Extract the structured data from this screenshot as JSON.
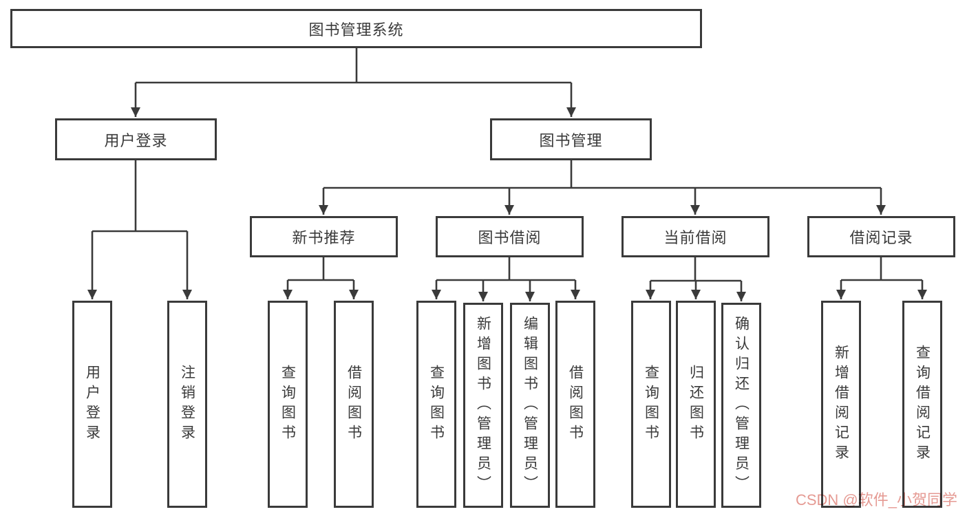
{
  "diagram": {
    "nodes": {
      "root": {
        "label": "图书管理系统"
      },
      "user_login": {
        "label": "用户登录"
      },
      "book_mgmt": {
        "label": "图书管理"
      },
      "new_books": {
        "label": "新书推荐"
      },
      "book_borrow": {
        "label": "图书借阅"
      },
      "current_borrow": {
        "label": "当前借阅"
      },
      "borrow_records": {
        "label": "借阅记录"
      }
    },
    "leaves": {
      "ul_login": {
        "label": "用户登录"
      },
      "ul_logout": {
        "label": "注销登录"
      },
      "nb_query": {
        "label": "查询图书"
      },
      "nb_borrow": {
        "label": "借阅图书"
      },
      "bb_query": {
        "label": "查询图书"
      },
      "bb_add": {
        "label": "新增图书（管理员）"
      },
      "bb_edit": {
        "label": "编辑图书（管理员）"
      },
      "bb_borrow": {
        "label": "借阅图书"
      },
      "cb_query": {
        "label": "查询图书"
      },
      "cb_return": {
        "label": "归还图书"
      },
      "cb_confirm": {
        "label": "确认归还（管理员）"
      },
      "br_add": {
        "label": "新增借阅记录"
      },
      "br_query": {
        "label": "查询借阅记录"
      }
    },
    "structure": {
      "图书管理系统": [
        "用户登录",
        "图书管理"
      ],
      "用户登录": [
        "用户登录",
        "注销登录"
      ],
      "图书管理": [
        "新书推荐",
        "图书借阅",
        "当前借阅",
        "借阅记录"
      ],
      "新书推荐": [
        "查询图书",
        "借阅图书"
      ],
      "图书借阅": [
        "查询图书",
        "新增图书（管理员）",
        "编辑图书（管理员）",
        "借阅图书"
      ],
      "当前借阅": [
        "查询图书",
        "归还图书",
        "确认归还（管理员）"
      ],
      "借阅记录": [
        "新增借阅记录",
        "查询借阅记录"
      ]
    }
  },
  "watermark": {
    "text": "CSDN @软件_小贺同学",
    "color": "#e59a93"
  },
  "colors": {
    "line": "#3a3a3a",
    "text": "#3a3a3a",
    "background": "#ffffff"
  }
}
